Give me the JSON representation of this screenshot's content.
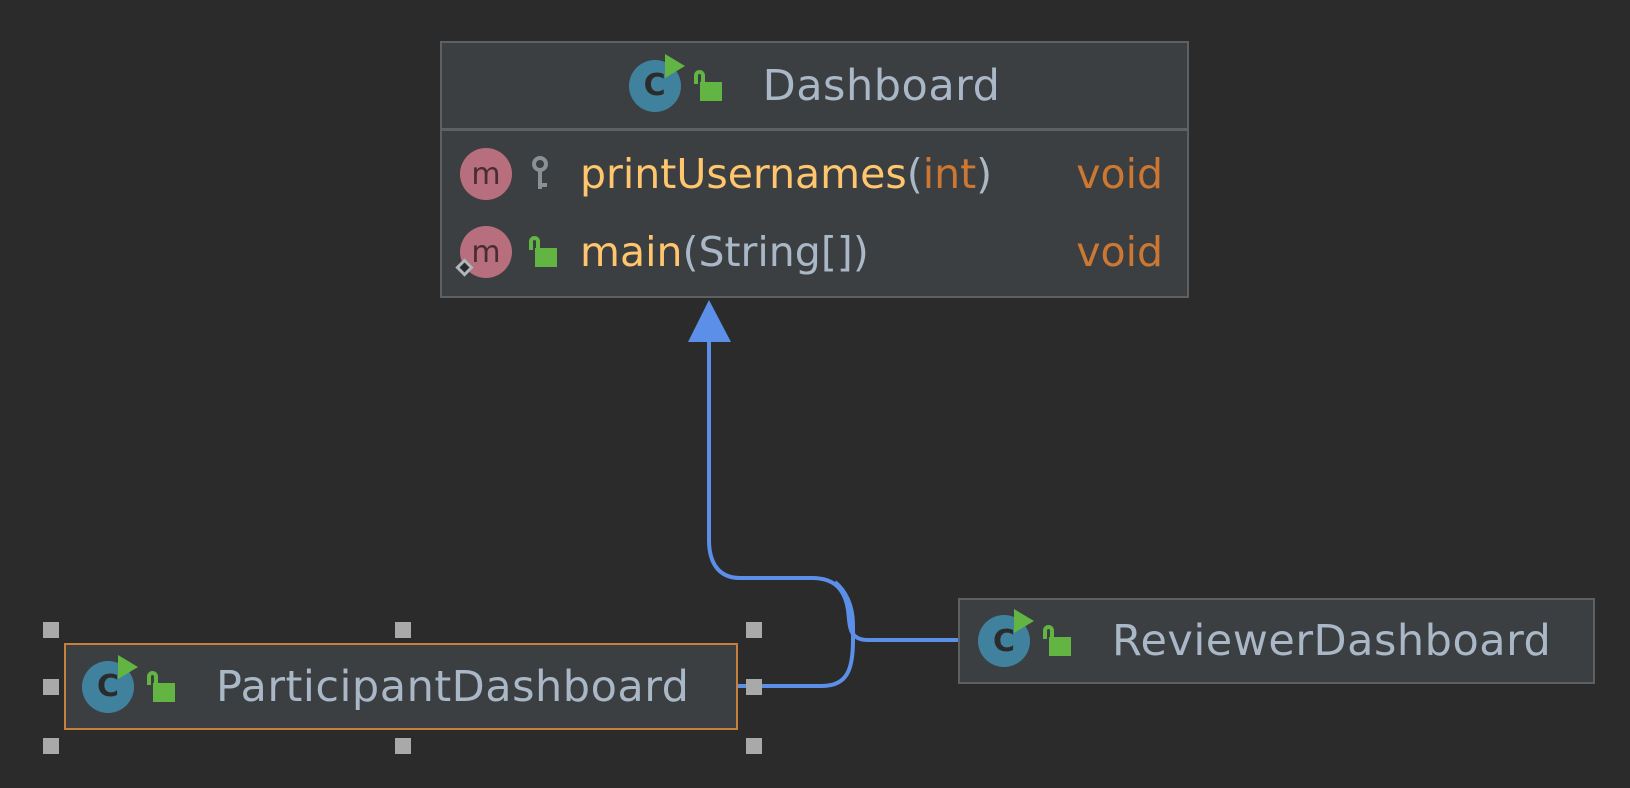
{
  "diagram": {
    "classes": [
      {
        "id": "dashboard",
        "name": "Dashboard",
        "icon": "class-icon",
        "visibility": "public",
        "methods": [
          {
            "name": "printUsernames",
            "params": [
              {
                "type": "int",
                "kind": "primitive"
              }
            ],
            "returns": "void",
            "visibility": "package-private",
            "visibility_icon": "key-icon",
            "static": false
          },
          {
            "name": "main",
            "params": [
              {
                "type": "String[]",
                "kind": "reference"
              }
            ],
            "returns": "void",
            "visibility": "public",
            "visibility_icon": "lock-open-icon",
            "static": true
          }
        ]
      },
      {
        "id": "participant-dashboard",
        "name": "ParticipantDashboard",
        "icon": "class-icon",
        "visibility": "public",
        "selected": true,
        "methods": []
      },
      {
        "id": "reviewer-dashboard",
        "name": "ReviewerDashboard",
        "icon": "class-icon",
        "visibility": "public",
        "selected": false,
        "methods": []
      }
    ],
    "relations": [
      {
        "type": "extends",
        "from": "participant-dashboard",
        "to": "dashboard"
      },
      {
        "type": "extends",
        "from": "reviewer-dashboard",
        "to": "dashboard"
      }
    ],
    "colors": {
      "background": "#2b2b2b",
      "node_fill": "#3c3f41",
      "node_border": "#5e6163",
      "selected_border": "#c5813c",
      "edge": "#5c8fe8",
      "class_icon": "#40829e",
      "method_icon": "#b86f7d",
      "public_lock": "#62b543",
      "method_name": "#ffc66d",
      "keyword": "#cc7832",
      "text": "#a9b7c6"
    }
  }
}
